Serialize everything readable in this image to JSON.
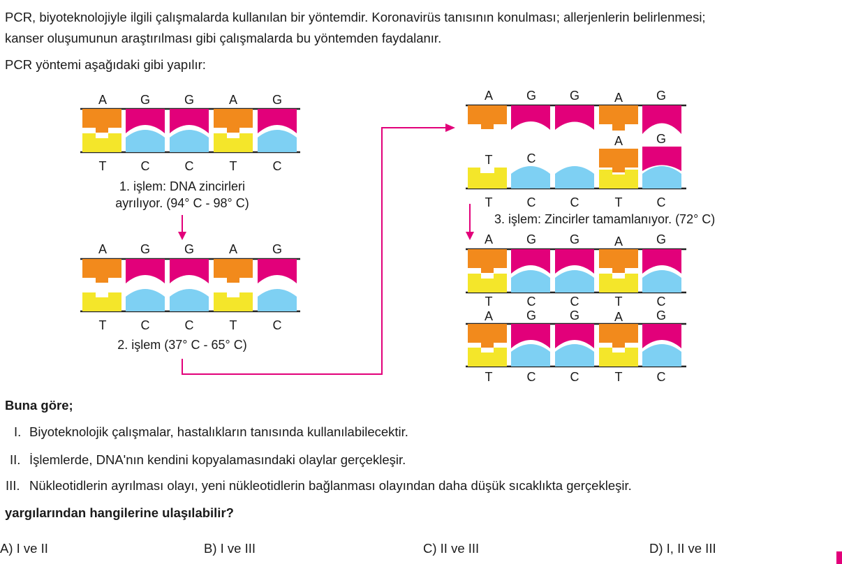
{
  "intro": {
    "line1": "PCR, biyoteknolojiyle ilgili çalışmalarda kullanılan bir yöntemdir. Koronavirüs tanısının konulması; allerjenlerin belirlenmesi;",
    "line2": "kanser oluşumunun araştırılması gibi çalışmalarda bu yöntemden faydalanır.",
    "line3": "PCR yöntemi aşağıdaki gibi yapılır:"
  },
  "diagram": {
    "top_bases": [
      "A",
      "G",
      "G",
      "A",
      "G"
    ],
    "bottom_bases": [
      "T",
      "C",
      "C",
      "T",
      "C"
    ],
    "step1": {
      "line1": "1. işlem: DNA zincirleri",
      "line2": "ayrılıyor. (94° C - 98° C)"
    },
    "step2": {
      "line1": "2. işlem (37° C - 65° C)"
    },
    "step3": {
      "line1": "3. işlem: Zincirler tamamlanıyor. (72° C)"
    },
    "step2_mid_bases": [
      "A",
      "G"
    ],
    "step2_mid_bottom_bases": [
      "T",
      "C"
    ]
  },
  "colors": {
    "orange": "#f28a1c",
    "yellow": "#f4e62a",
    "magenta": "#e2007a",
    "blue": "#7ed0f3",
    "arrow": "#e2007a"
  },
  "question": {
    "lead": "Buna göre;",
    "items": [
      {
        "num": "I.",
        "text": "Biyoteknolojik çalışmalar, hastalıkların tanısında kullanılabilecektir."
      },
      {
        "num": "II.",
        "text": "İşlemlerde, DNA'nın kendini kopyalamasındaki olaylar gerçekleşir."
      },
      {
        "num": "III.",
        "text": "Nükleotidlerin ayrılması olayı, yeni nükleotidlerin bağlanması olayından daha düşük sıcaklıkta gerçekleşir."
      }
    ],
    "prompt": "yargılarından hangilerine ulaşılabilir?"
  },
  "options": [
    {
      "label": "A) I ve II"
    },
    {
      "label": "B) I ve III"
    },
    {
      "label": "C) II ve III"
    },
    {
      "label": "D) I, II ve III"
    }
  ]
}
